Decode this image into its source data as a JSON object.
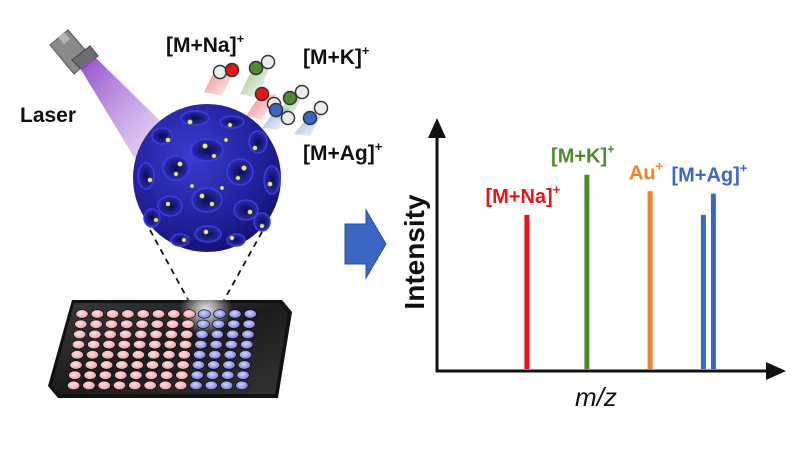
{
  "labels": {
    "laser": "Laser",
    "ion_na": "[M+Na]",
    "ion_k": "[M+K]",
    "ion_ag": "[M+Ag]",
    "plus": "+"
  },
  "colors": {
    "na": "#e8141b",
    "k": "#4f8a2e",
    "au": "#f07f2a",
    "ag": "#3a66c4",
    "particle": "#23239b",
    "arrow": "#3b66c4",
    "laser_beam": "#8e44c8",
    "plate_pink": "#f3b0b4",
    "plate_blue": "#8a8fe8"
  },
  "chart_data": {
    "type": "bar",
    "xlabel": "m/z",
    "ylabel": "Intensity",
    "grid": false,
    "peaks": [
      {
        "label": "[M+Na]",
        "sup": "+",
        "value": 0.65,
        "color": "#e8141b",
        "x": 0.27
      },
      {
        "label": "[M+K]",
        "sup": "+",
        "value": 0.82,
        "color": "#4f8a2e",
        "x": 0.45
      },
      {
        "label": "Au",
        "sup": "+",
        "value": 0.75,
        "color": "#f07f2a",
        "x": 0.64
      },
      {
        "label": "",
        "sup": "",
        "value": 0.65,
        "color": "#3a66c4",
        "x": 0.8
      },
      {
        "label": "[M+Ag]",
        "sup": "+",
        "value": 0.74,
        "color": "#3a66c4",
        "x": 0.83
      }
    ]
  }
}
